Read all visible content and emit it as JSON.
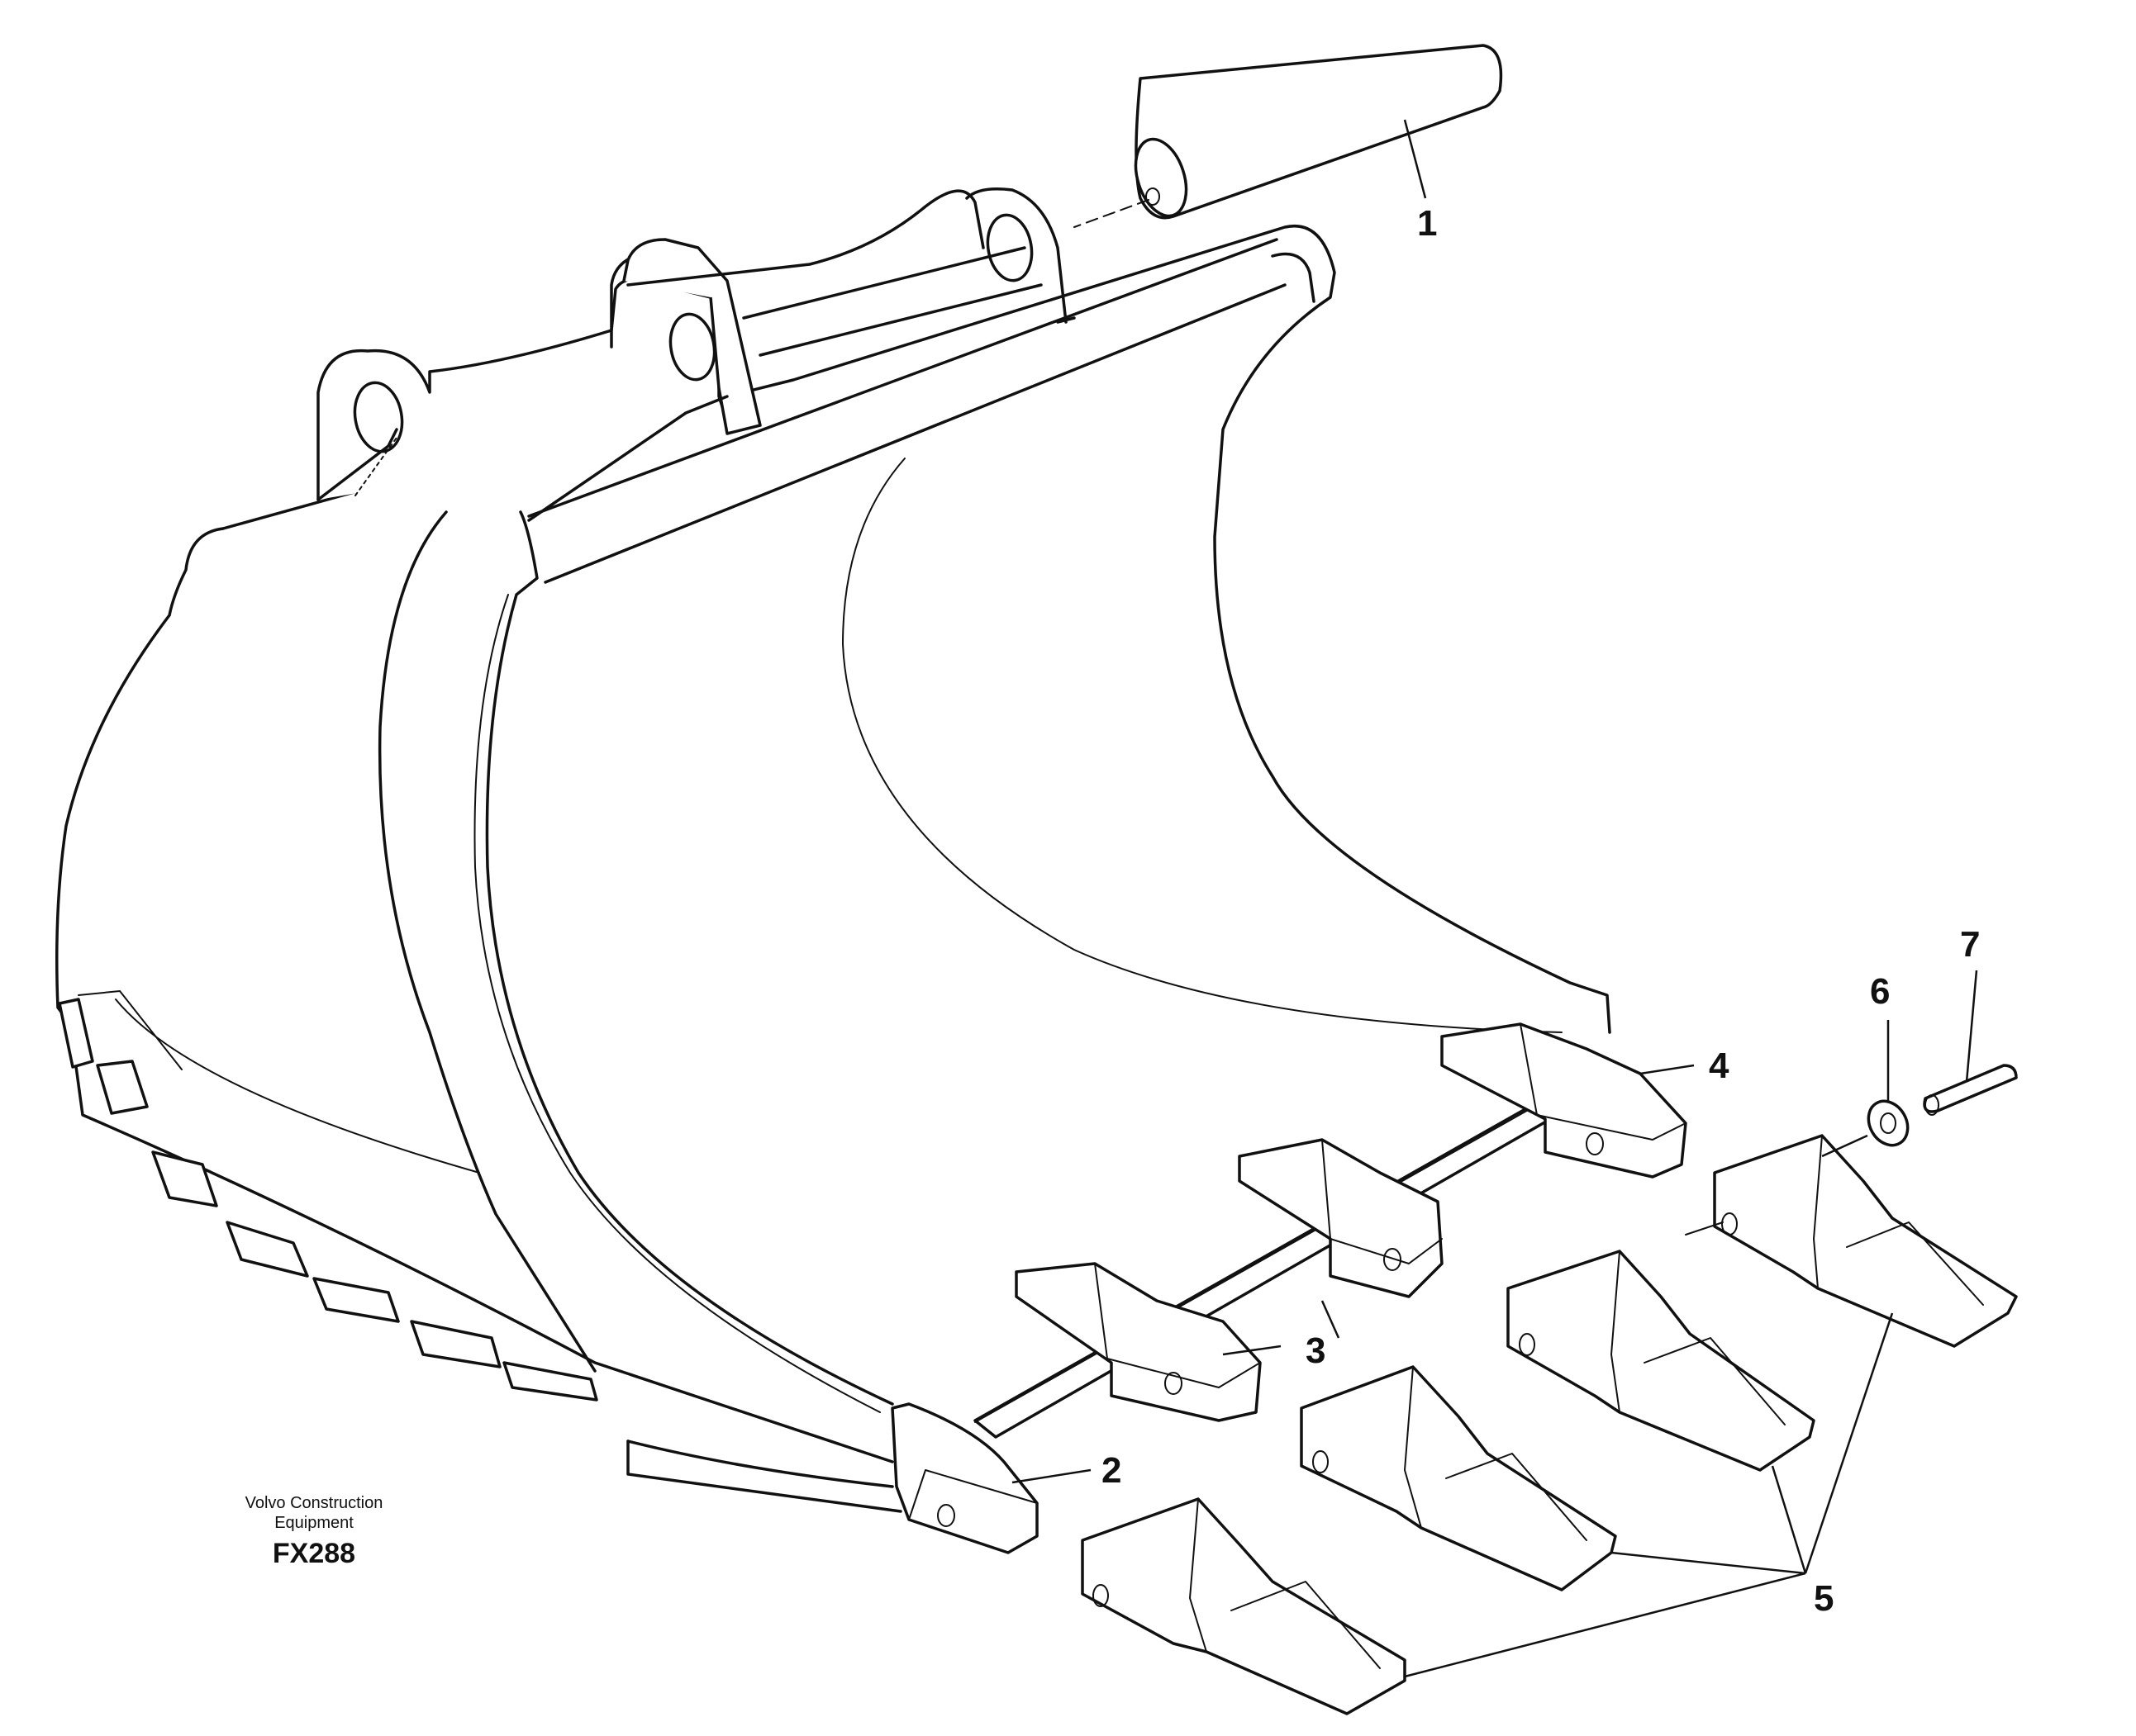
{
  "callouts": {
    "c1": "1",
    "c2": "2",
    "c3": "3",
    "c4": "4",
    "c5": "5",
    "c6": "6",
    "c7": "7"
  },
  "credit": {
    "line1": "Volvo Construction",
    "line2": "Equipment",
    "code": "FX288"
  }
}
